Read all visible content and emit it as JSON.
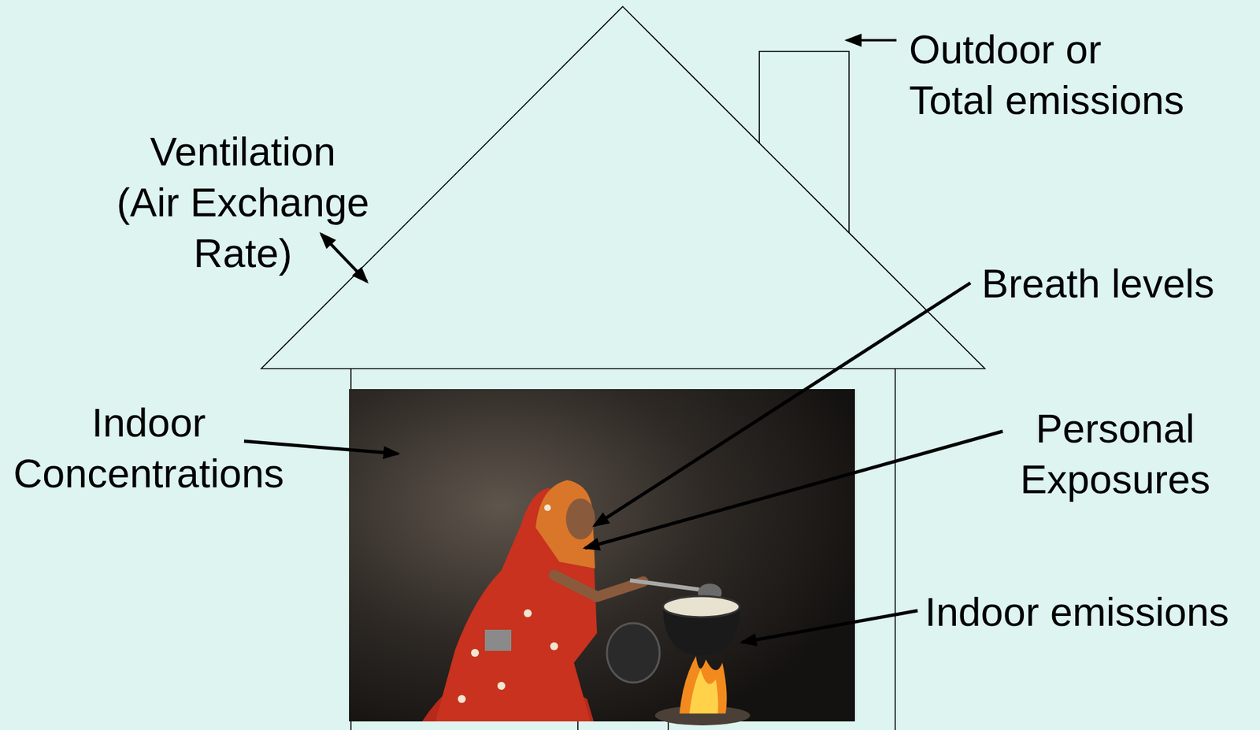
{
  "diagram": {
    "labels": [
      "Outdoor or Total emissions",
      "Ventilation (Air Exchange Rate)",
      "Breath levels",
      "Indoor Concentrations",
      "Personal Exposures",
      "Indoor emissions"
    ]
  }
}
